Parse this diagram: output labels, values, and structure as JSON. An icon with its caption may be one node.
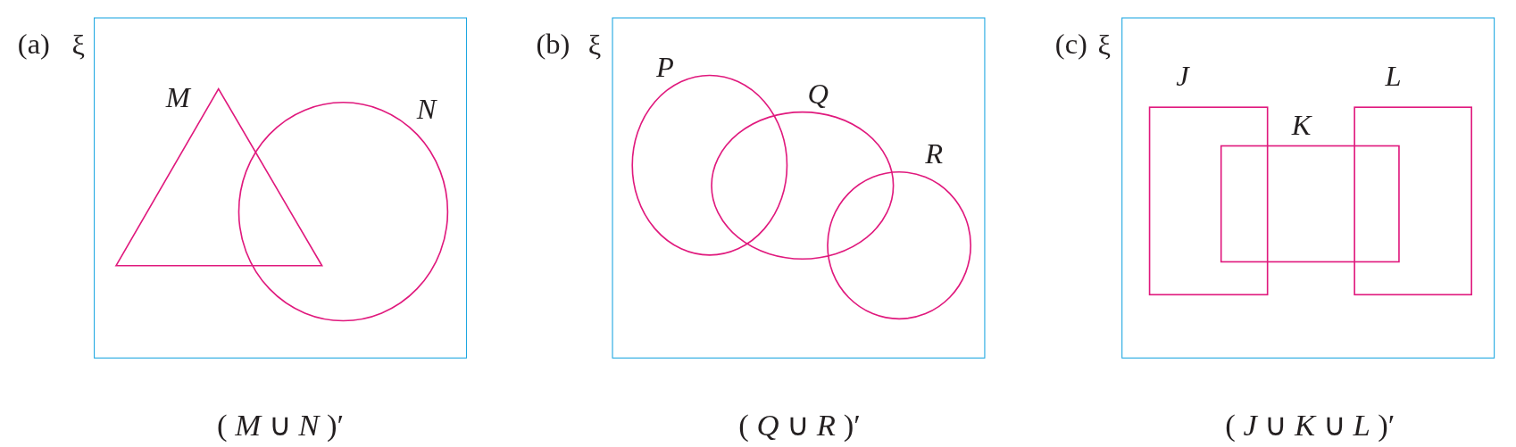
{
  "diagram": {
    "nodes": [
      {
        "text": [
          "ξ"
        ],
        "beside": [
          "(a)",
          "( *M* ∪ *N* )′"
        ]
      },
      {
        "text": [
          "M"
        ],
        "in": 0
      },
      {
        "text": [
          "N"
        ],
        "in": 0
      },
      {
        "text": [
          "ξ"
        ],
        "beside": [
          "(b)",
          "( *Q* ∪ *R* )′"
        ]
      },
      {
        "text": [
          "P"
        ],
        "in": 3
      },
      {
        "text": [
          "Q"
        ],
        "in": 3
      },
      {
        "text": [
          "R"
        ],
        "in": 3
      },
      {
        "text": [
          "ξ"
        ],
        "beside": [
          "(c)",
          "( *J* ∪ *K* ∪ *L* )′"
        ]
      },
      {
        "text": [
          "J"
        ],
        "in": 7
      },
      {
        "text": [
          "K"
        ],
        "in": 7
      },
      {
        "text": [
          "L"
        ],
        "in": 7
      }
    ],
    "edges": []
  }
}
